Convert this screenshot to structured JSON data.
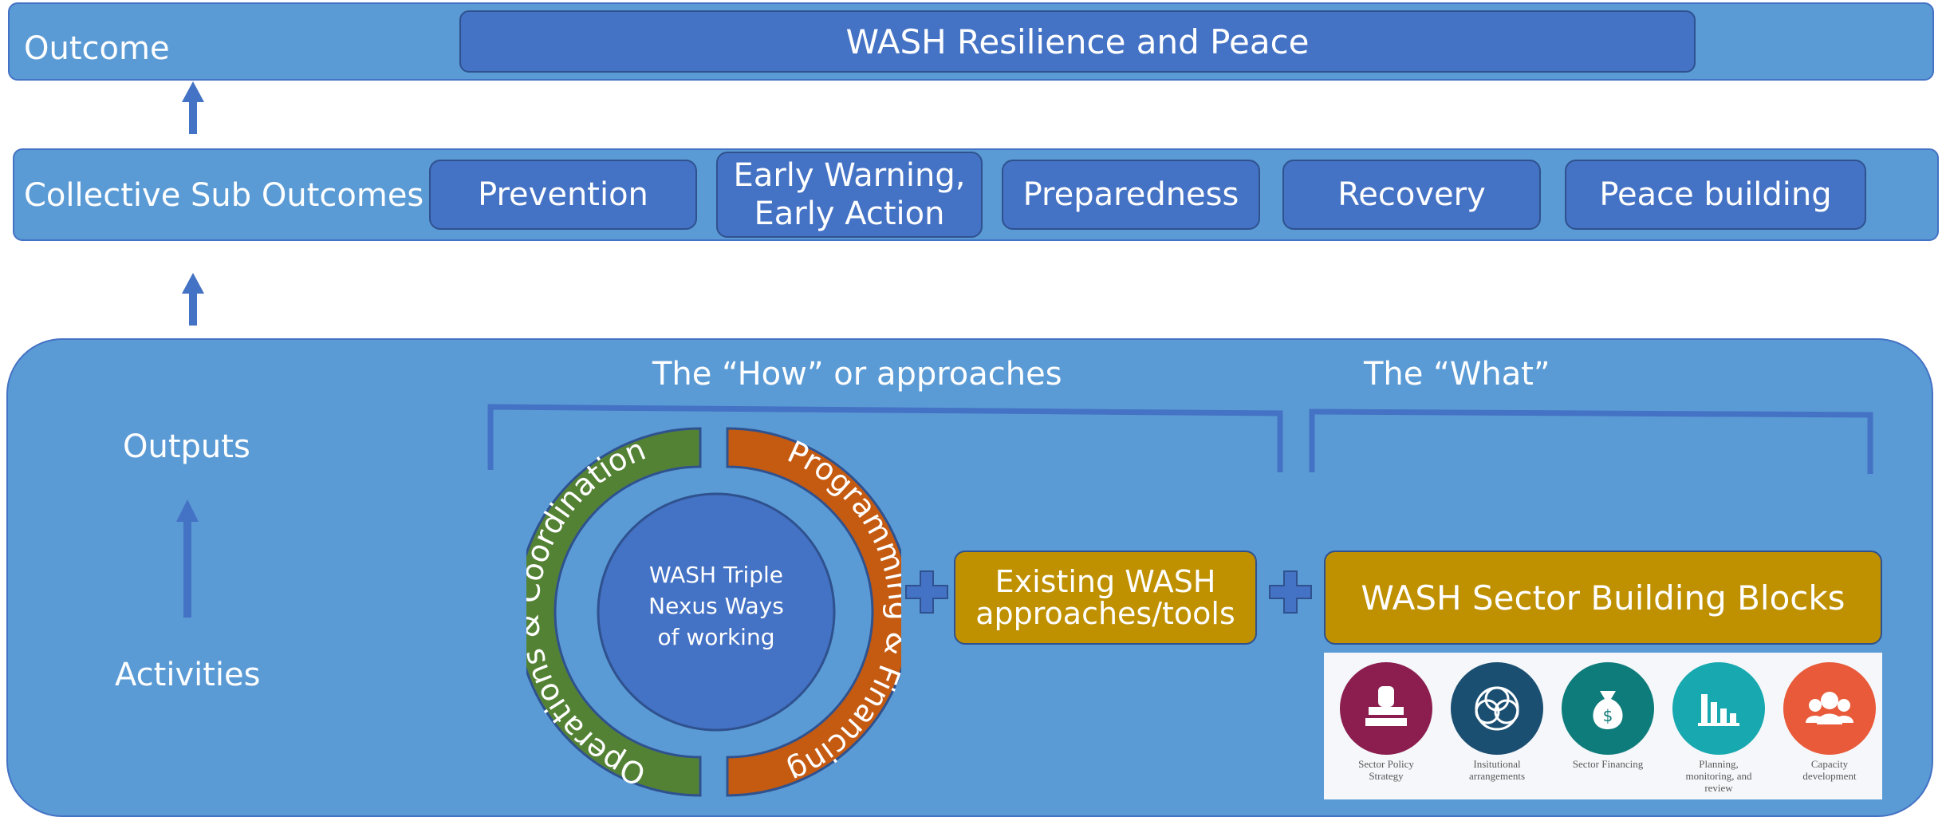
{
  "outcome": {
    "label": "Outcome",
    "title": "WASH Resilience and Peace"
  },
  "sub_outcomes": {
    "label": "Collective Sub Outcomes",
    "items": [
      {
        "line1": "Prevention",
        "line2": ""
      },
      {
        "line1": "Early Warning,",
        "line2": "Early Action"
      },
      {
        "line1": "Preparedness",
        "line2": ""
      },
      {
        "line1": "Recovery",
        "line2": ""
      },
      {
        "line1": "Peace building",
        "line2": ""
      }
    ]
  },
  "outputs_label": "Outputs",
  "activities_label": "Activities",
  "how_heading": "The “How” or approaches",
  "what_heading": "The “What”",
  "ring": {
    "left_arc": "Operations & Coordination",
    "right_arc": "Programming & Financing",
    "center_lines": [
      "WASH Triple",
      "Nexus Ways",
      "of working"
    ]
  },
  "existing_box": {
    "line1": "Existing WASH",
    "line2": "approaches/tools"
  },
  "building_blocks": {
    "title": "WASH Sector Building Blocks",
    "icons": [
      {
        "icon": "stamp-icon",
        "color": "#8b1e4f",
        "caption_lines": [
          "Sector  Policy",
          "Strategy"
        ]
      },
      {
        "icon": "network-icon",
        "color": "#1b4f72",
        "caption_lines": [
          "Insitutional",
          "arrangements"
        ]
      },
      {
        "icon": "money-bag-icon",
        "color": "#0e7c7b",
        "caption_lines": [
          "Sector  Financing"
        ]
      },
      {
        "icon": "bar-chart-icon",
        "color": "#17a8b0",
        "caption_lines": [
          "Planning,",
          "monitoring,  and",
          "review"
        ]
      },
      {
        "icon": "people-icon",
        "color": "#e85a3a",
        "caption_lines": [
          "Capacity",
          "development"
        ]
      }
    ]
  },
  "colors": {
    "band": "#5b9bd5",
    "box": "#4472c4",
    "green": "#548235",
    "orange": "#c55a11",
    "gold": "#bf9000"
  }
}
